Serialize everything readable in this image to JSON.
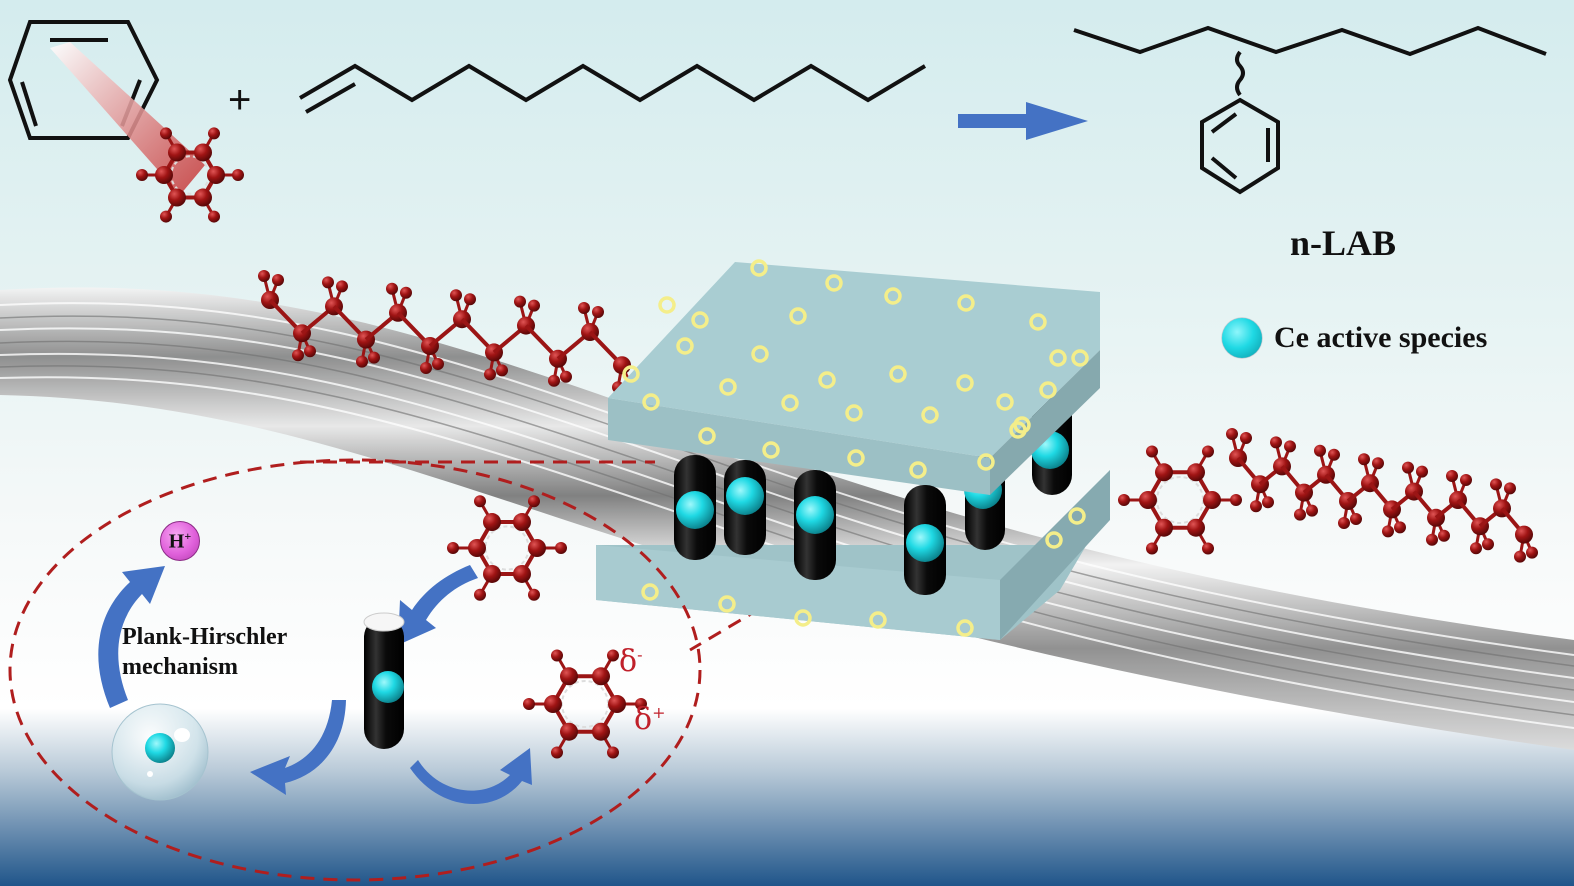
{
  "figure": {
    "title": "Benzene alkylation with 1-dodecene over Ce-pillared catalyst",
    "reaction": {
      "reactant_1": "benzene",
      "plus": "+",
      "reactant_2": "1-dodecene",
      "arrow": "arrow-right-icon",
      "product_label": "n-LAB"
    },
    "legend": {
      "items": [
        {
          "icon": "ce-sphere-icon",
          "label": "Ce active species",
          "color": "#1fd9e4"
        }
      ]
    },
    "mechanism": {
      "label_line1": "Plank-Hirschler",
      "label_line2": "mechanism",
      "proton": {
        "symbol": "H",
        "charge": "+"
      },
      "polarization": {
        "minus": "δ",
        "minus_sup": "-",
        "plus": "δ",
        "plus_sup": "+"
      }
    },
    "colors": {
      "arrow_blue": "#4472c4",
      "molecule_red": "#9b1515",
      "slab": "#a9cdd2",
      "pore_ring": "#f4ee8a",
      "dashed_circle": "#b01e1e",
      "ce_cyan": "#1fd9e4",
      "bg_top": "#d5ecee",
      "bg_bottom": "#22568a"
    }
  }
}
